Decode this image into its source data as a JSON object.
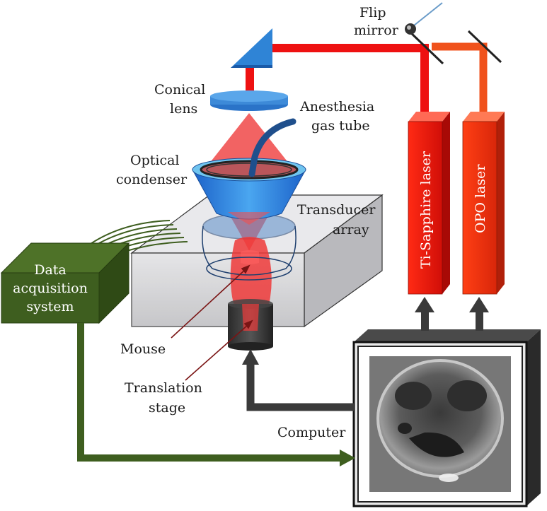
{
  "labels": {
    "flip_mirror_line1": "Flip",
    "flip_mirror_line2": "mirror",
    "conical_lens_line1": "Conical",
    "conical_lens_line2": "lens",
    "anesthesia_line1": "Anesthesia",
    "anesthesia_line2": "gas tube",
    "optical_condenser_line1": "Optical",
    "optical_condenser_line2": "condenser",
    "transducer_line1": "Transducer",
    "transducer_line2": "array",
    "daq_line1": "Data",
    "daq_line2": "acquisition",
    "daq_line3": "system",
    "mouse": "Mouse",
    "translation_line1": "Translation",
    "translation_line2": "stage",
    "computer": "Computer",
    "ti_sapphire": "Ti-Sapphire laser",
    "opo": "OPO laser"
  },
  "colors": {
    "laser_red": "#ee1111",
    "opo_red": "#f0521c",
    "lens_blue": "#2e7fd4",
    "daq_green": "#3e5e1f",
    "arrow_dark": "#3a3a3a",
    "tank_gray": "#d6d6d8"
  },
  "icons": {
    "prism": "prism-mirror-icon",
    "flip_mirror": "flip-mirror-icon",
    "mouse_image": "photoacoustic-image"
  }
}
